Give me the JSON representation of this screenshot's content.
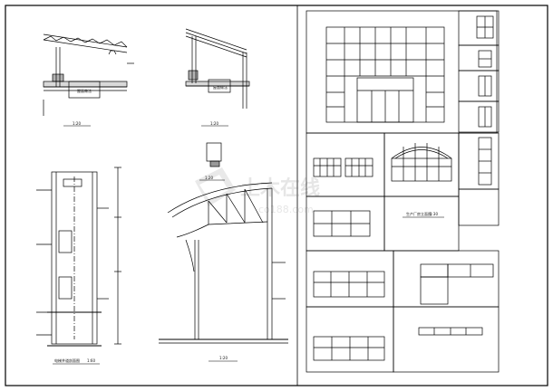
{
  "sheet": {
    "scale_a": "1:20",
    "scale_b": "1:20",
    "scale_c": "1:20",
    "scale_shaft": "1:60",
    "scale_canopy": "1:20",
    "scale_elev": "1:30",
    "label_roof_a": "屋面做法",
    "label_roof_b": "屋面做法",
    "watermark": "土木在线",
    "watermark_sub": "co188.com",
    "title_shaft": "电梯井道剖面图",
    "title_elev": "生产厂房立面图"
  }
}
